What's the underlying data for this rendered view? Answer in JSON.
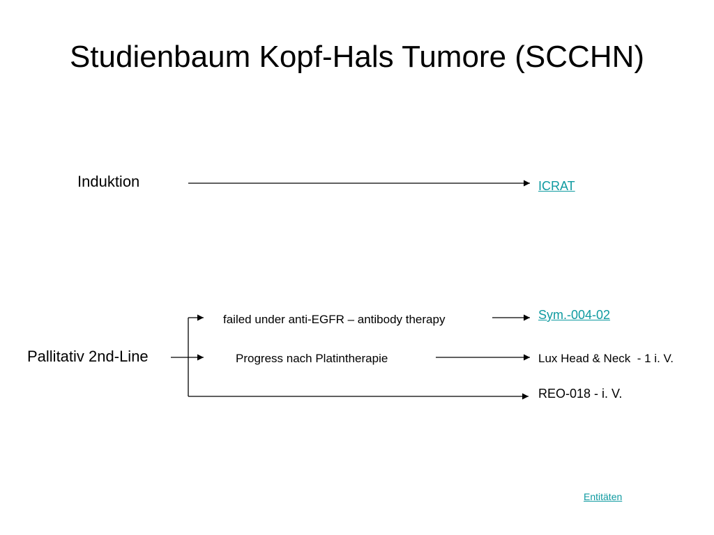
{
  "slide": {
    "title": "Studienbaum Kopf-Hals Tumore (SCCHN)"
  },
  "colors": {
    "link": "#0e9aa0",
    "text": "#000000",
    "background": "#ffffff"
  },
  "induction": {
    "label": "Induktion",
    "study_link": "ICRAT"
  },
  "palliative": {
    "label": "Pallitativ 2nd-Line",
    "branches": [
      {
        "condition": "failed under anti-EGFR – antibody therapy",
        "study": "Sym.-004-02"
      },
      {
        "condition": "Progress nach Platintherapie",
        "study": "Lux Head & Neck  - 1 i. V."
      },
      {
        "condition": "",
        "study": "REO-018 - i. V."
      }
    ]
  },
  "footer": {
    "link": "Entitäten"
  }
}
